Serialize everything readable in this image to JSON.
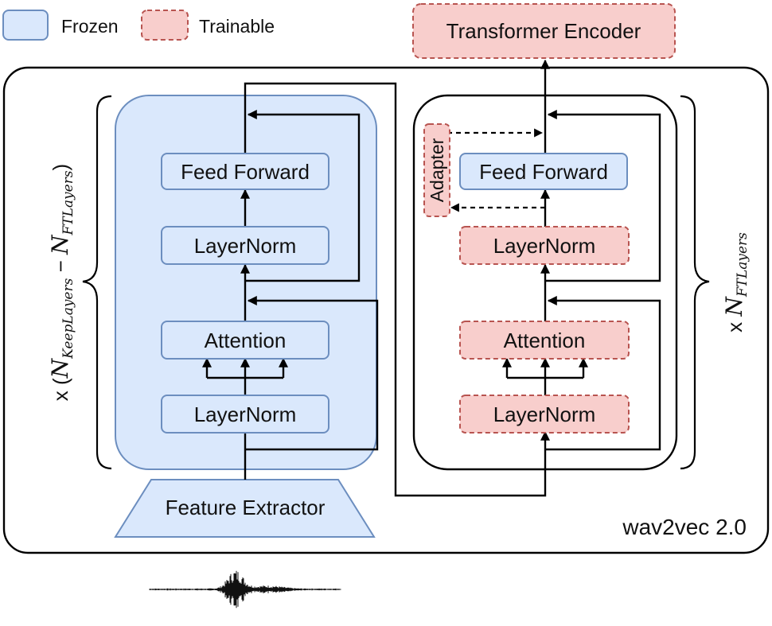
{
  "legend": {
    "frozen": "Frozen",
    "trainable": "Trainable"
  },
  "top": {
    "encoder": "Transformer Encoder"
  },
  "model": {
    "name": "wav2vec 2.0"
  },
  "frozen_stack": {
    "feed_forward": "Feed Forward",
    "layernorm_top": "LayerNorm",
    "attention": "Attention",
    "layernorm_bottom": "LayerNorm",
    "feature_extractor": "Feature Extractor",
    "repeat_prefix": "x (",
    "n_keep": "N",
    "keep_sub": "KeepLayers",
    "minus": " − ",
    "n_ft": "N",
    "ft_sub": "FTLayers",
    "repeat_suffix": ")"
  },
  "trainable_stack": {
    "adapter": "Adapter",
    "feed_forward": "Feed Forward",
    "layernorm_top": "LayerNorm",
    "attention": "Attention",
    "layernorm_bottom": "LayerNorm",
    "repeat_prefix": "x ",
    "n_ft": "N",
    "ft_sub": "FTLayers"
  },
  "colors": {
    "frozen_fill": "#dae8fc",
    "frozen_stroke": "#6c8ebf",
    "trainable_fill": "#f8cecc",
    "trainable_stroke": "#b85450"
  }
}
